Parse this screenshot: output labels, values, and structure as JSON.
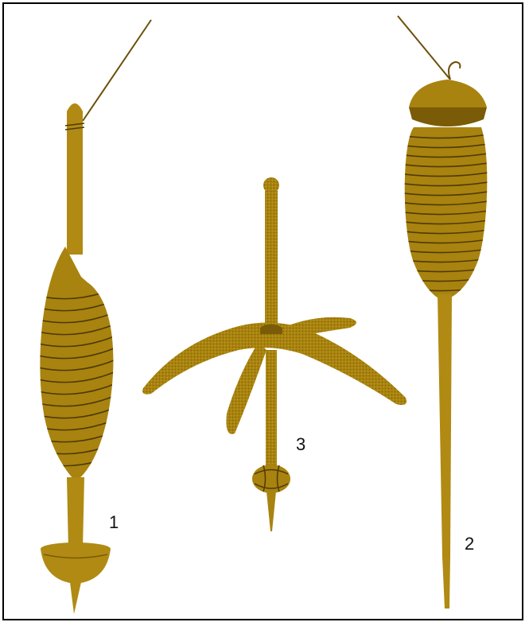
{
  "labels": {
    "spindle_1": "1",
    "spindle_2": "2",
    "spindle_3": "3"
  },
  "colors": {
    "wood": "#b08a13",
    "wood_dark": "#7a5b07",
    "yarn_line": "#4f3a05",
    "frame": "#000000"
  }
}
